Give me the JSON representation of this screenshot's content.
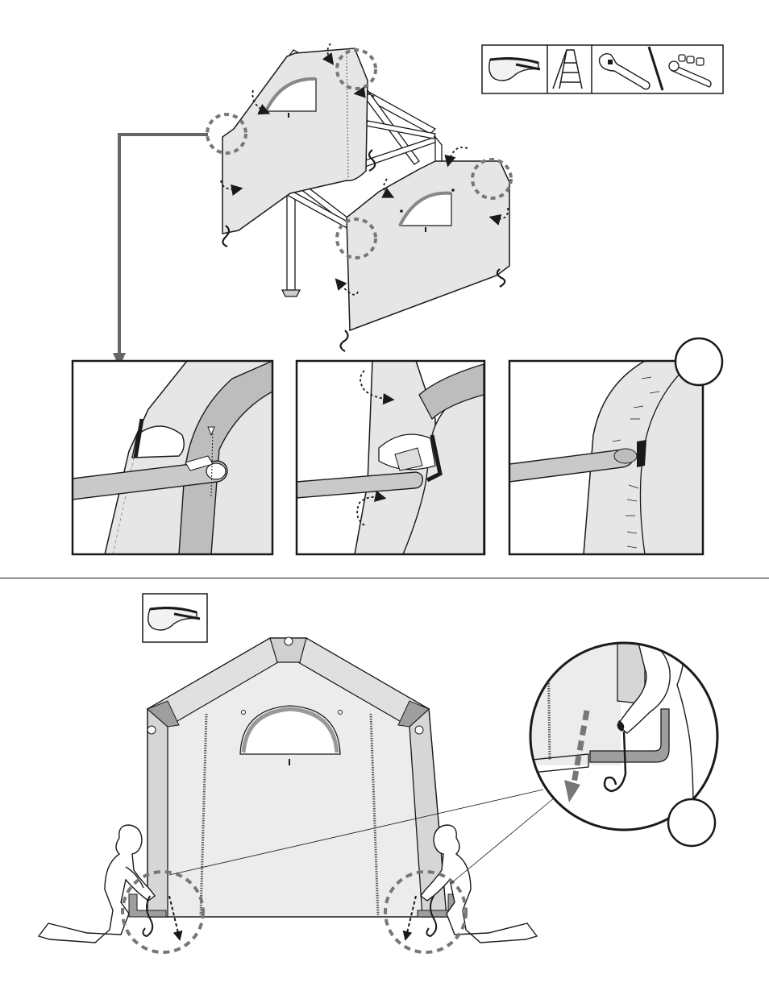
{
  "tools_panel": {
    "icons": [
      "safety-glasses-icon",
      "step-ladder-icon",
      "adjustable-wrench-icon",
      "socket-wrench-icon"
    ]
  },
  "lower_tools_panel": {
    "icons": [
      "safety-glasses-icon"
    ]
  },
  "upper_illustration": {
    "subject": "end-panel-covers-attached-to-shelter-frame",
    "callout_circles": 5,
    "detail_panels": 3
  },
  "lower_illustration": {
    "subject": "installers-tying-down-end-panel-straps",
    "callout_circles": 2
  },
  "colors": {
    "outline": "#1a1a1a",
    "fabric": "#e6e6e6",
    "frame": "#bdbdbd",
    "callout": "#777777",
    "leader_arrow": "#666666"
  }
}
